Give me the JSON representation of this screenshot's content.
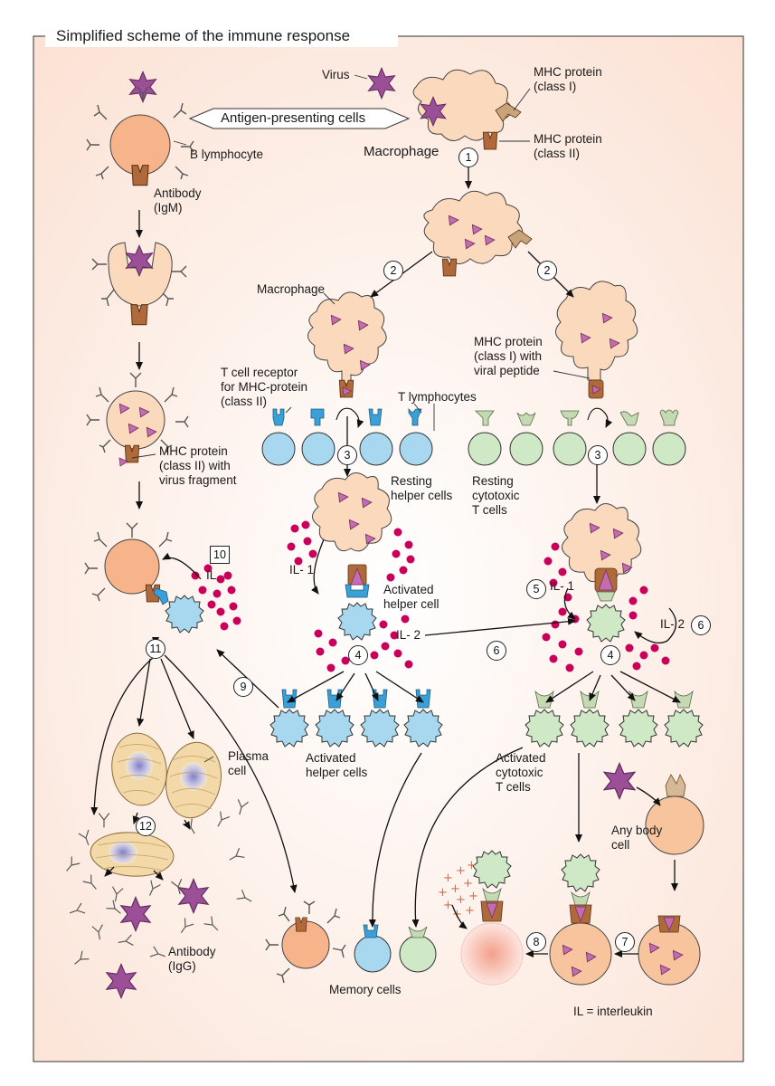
{
  "title": "Simplified scheme of the immune response",
  "labels": {
    "virus": "Virus",
    "mhc1": "MHC protein\n(class I)",
    "mhc2": "MHC protein\n(class II)",
    "apc": "Antigen-presenting cells",
    "b_lymphocyte": "B lymphocyte",
    "macrophage_top": "Macrophage",
    "antibody_igm": "Antibody\n(IgM)",
    "macrophage": "Macrophage",
    "mhc1_viral": "MHC protein\n(class I) with\nviral peptide",
    "tcr": "T cell receptor\nfor MHC-protein\n(class II)",
    "t_lymphocytes": "T lymphocytes",
    "mhc2_virus": "MHC protein\n(class II) with\nvirus fragment",
    "resting_helper": "Resting\nhelper cells",
    "resting_cytotoxic": "Resting\ncytotoxic\nT cells",
    "il": "IL",
    "il1_a": "IL- 1",
    "activated_helper_cell": "Activated\nhelper cell",
    "il2_a": "IL- 2",
    "il1_b": "IL- 1",
    "il2_b": "IL- 2",
    "plasma_cell": "Plasma\ncell",
    "activated_helper_cells": "Activated\nhelper cells",
    "activated_cytotoxic": "Activated\ncytotoxic\nT cells",
    "any_body_cell": "Any body\ncell",
    "antibody_igg": "Antibody\n(IgG)",
    "memory_cells": "Memory cells",
    "il_legend": "IL = interleukin"
  },
  "steps": {
    "s1": "1",
    "s2a": "2",
    "s2b": "2",
    "s3a": "3",
    "s3b": "3",
    "s4a": "4",
    "s4b": "4",
    "s5": "5",
    "s6a": "6",
    "s6b": "6",
    "s7": "7",
    "s8": "8",
    "s9": "9",
    "s10": "10",
    "s11": "11",
    "s12": "12"
  },
  "colors": {
    "background": "#fdeee4",
    "macrophage": "#fbd9bd",
    "b_cell": "#f7b48a",
    "virus": "#9b4f96",
    "helper_cell": "#a8d8ef",
    "cytotoxic_cell": "#cfe8c6",
    "mhc_protein": "#b06a3a",
    "receptor_blue": "#3aa0d8",
    "receptor_green": "#a9c79a",
    "interleukin": "#c8005a",
    "plasma_nucleus": "#8e8fd0"
  }
}
